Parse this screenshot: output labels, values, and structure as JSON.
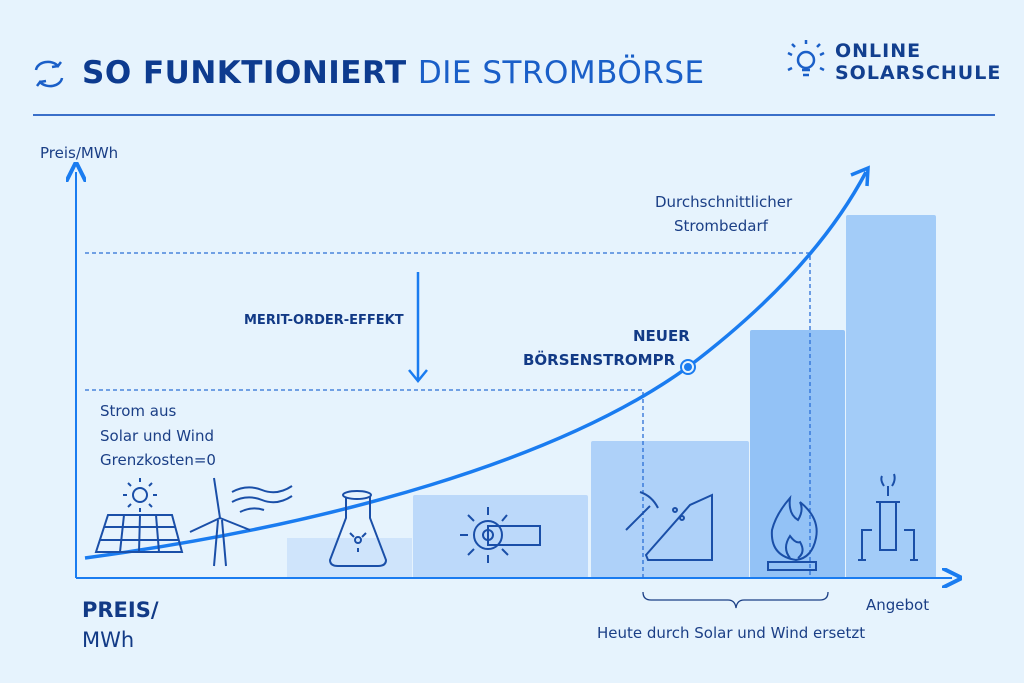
{
  "header": {
    "title_bold": "SO FUNKTIONIERT",
    "title_light": "DIE STROMBÖRSE",
    "logo_line1": "ONLINE",
    "logo_line2": "SOLARSCHULE"
  },
  "axes": {
    "y_label": "Preis/MWh",
    "x_label": "Angebot"
  },
  "labels": {
    "merit_order": "MERIT-ORDER-EFFEKT",
    "new_price_line1": "NEUER",
    "new_price_line2": "BÖRSENSTROMPR",
    "demand_line1": "Durchschnittlicher",
    "demand_line2": "Strombedarf",
    "renewables_line1": "Strom aus",
    "renewables_line2": "Solar und Wind",
    "renewables_line3": "Grenzkosten=0",
    "bottom_price_line1": "PREIS/",
    "bottom_price_line2": "MWh",
    "replaced": "Heute durch Solar und Wind ersetzt"
  },
  "supply_blocks": [
    {
      "name": "solar-wind",
      "icon": "solar-panel-wind-turbine-icon"
    },
    {
      "name": "nuclear",
      "icon": "nuclear-flask-icon"
    },
    {
      "name": "hydro-lignite",
      "icon": "turbine-icon"
    },
    {
      "name": "coal",
      "icon": "pickaxe-mine-icon"
    },
    {
      "name": "gas",
      "icon": "gas-flame-icon"
    },
    {
      "name": "oil",
      "icon": "oil-pump-icon"
    }
  ],
  "colors": {
    "background": "#e6f3fd",
    "accent": "#1a7cf0",
    "dark": "#0d3b8f"
  }
}
